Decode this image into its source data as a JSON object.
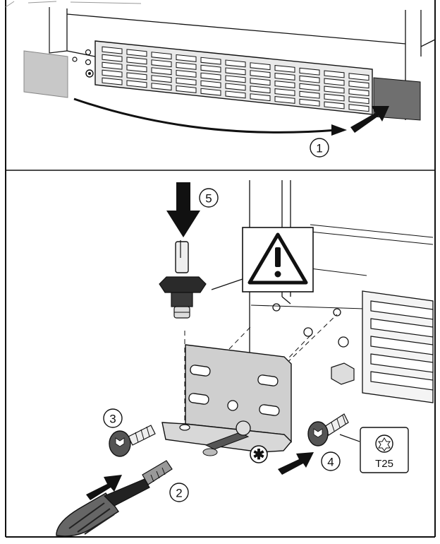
{
  "figure": {
    "top_panel": {
      "step_badge": "1"
    },
    "bottom_panel": {
      "step_badges": [
        "5",
        "3",
        "2",
        "4"
      ],
      "special_marker": "✱",
      "tool_callout": {
        "bit_icon": "torx-icon",
        "label": "T25"
      },
      "warning_icon": "warning-triangle-icon"
    }
  },
  "colors": {
    "line": "#111111",
    "grille_fill": "#e9e9e9",
    "panel_light_gray": "#c8c8c8",
    "panel_dark_gray": "#6f6f6f",
    "arrow_fill": "#111111",
    "bracket_fill": "#cfcfcf"
  }
}
